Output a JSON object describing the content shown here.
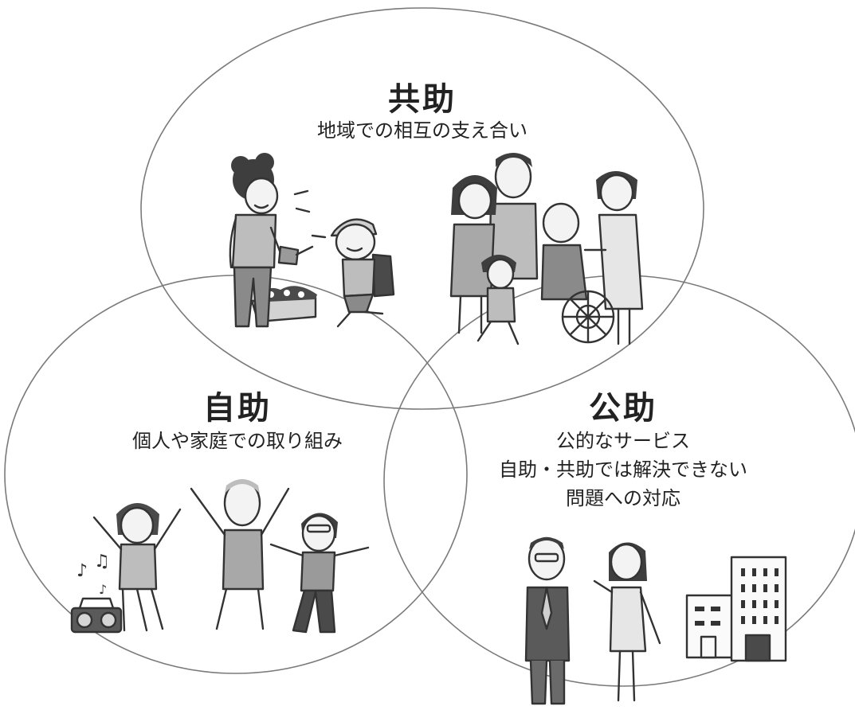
{
  "circles": {
    "kyojo": {
      "title": "共助",
      "subtitle": "地域での相互の支え合い"
    },
    "jijo": {
      "title": "自助",
      "subtitle": "個人や家庭での取り組み"
    },
    "kojo": {
      "title": "公助",
      "lines": [
        "公的なサービス",
        "自助・共助では解決できない",
        "問題への対応"
      ]
    }
  },
  "illustrations": [
    "elderly-woman-watering-plants-icon",
    "schoolboy-with-backpack-icon",
    "family-with-wheelchair-icon",
    "dancing-seniors-icon",
    "radio-music-notes-icon",
    "public-officials-icon",
    "office-building-icon"
  ]
}
